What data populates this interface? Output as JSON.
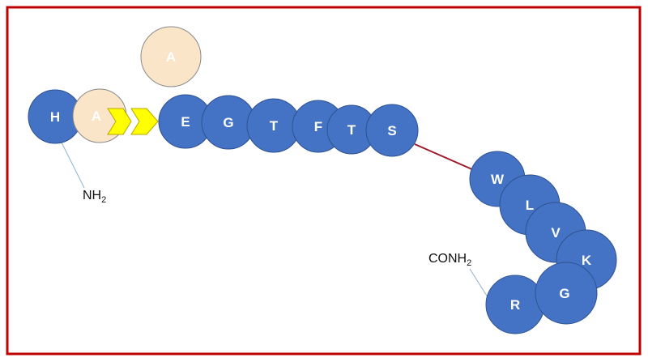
{
  "diagram": {
    "colors": {
      "frame": "#c00000",
      "residue_fill": "#4472c4",
      "residue_stroke": "#2f528f",
      "alt_residue_fill": "#fbe5c8",
      "alt_residue_stroke": "#8a8a8a",
      "linker": "#a0192b",
      "arrow_fill": "#ffff00",
      "arrow_stroke": "#b8a800",
      "leader_line": "#8fb0cc"
    },
    "free_residue": "A",
    "substituted_residue": "A",
    "n_terminus": {
      "label": "NH",
      "subscript": "2"
    },
    "c_terminus": {
      "label": "CONH",
      "subscript": "2"
    },
    "residues_segment_1": [
      "H",
      "E",
      "G",
      "T",
      "F",
      "T",
      "S"
    ],
    "residues_segment_2": [
      "W",
      "L",
      "V",
      "K",
      "G",
      "R"
    ]
  }
}
